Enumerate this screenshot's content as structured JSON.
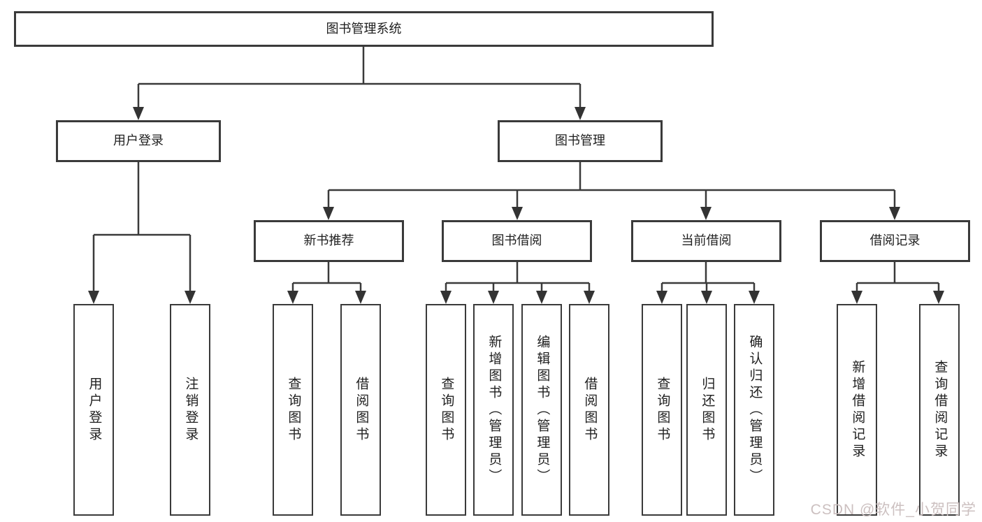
{
  "tree": {
    "root": {
      "label": "图书管理系统",
      "children": [
        {
          "label": "用户登录",
          "children": [
            {
              "label": "用户登录"
            },
            {
              "label": "注销登录"
            }
          ]
        },
        {
          "label": "图书管理",
          "children": [
            {
              "label": "新书推荐",
              "children": [
                {
                  "label": "查询图书"
                },
                {
                  "label": "借阅图书"
                }
              ]
            },
            {
              "label": "图书借阅",
              "children": [
                {
                  "label": "查询图书"
                },
                {
                  "label": "新增图书（管理员）"
                },
                {
                  "label": "编辑图书（管理员）"
                },
                {
                  "label": "借阅图书"
                }
              ]
            },
            {
              "label": "当前借阅",
              "children": [
                {
                  "label": "查询图书"
                },
                {
                  "label": "归还图书"
                },
                {
                  "label": "确认归还（管理员）"
                }
              ]
            },
            {
              "label": "借阅记录",
              "children": [
                {
                  "label": "新增借阅记录"
                },
                {
                  "label": "查询借阅记录"
                }
              ]
            }
          ]
        }
      ]
    }
  },
  "watermark": "CSDN @软件_小贺同学",
  "colors": {
    "line": "#3a3a3a",
    "box_border": "#3a3a3a",
    "text": "#1f1f1f",
    "watermark": "#ccc0c0",
    "background": "#ffffff"
  }
}
